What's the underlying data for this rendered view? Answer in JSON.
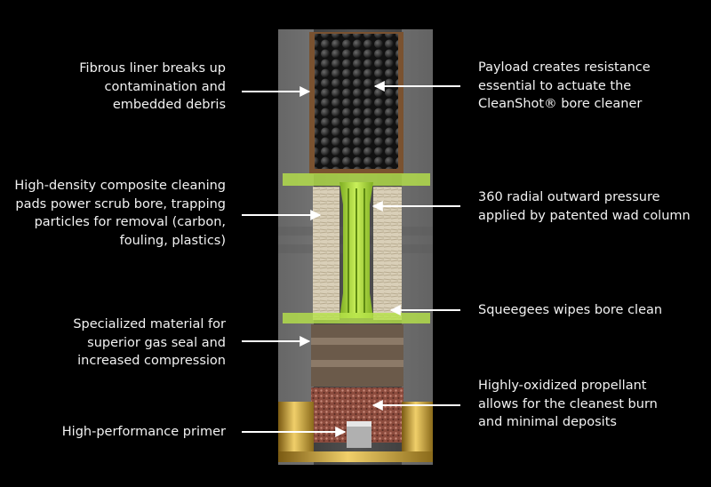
{
  "callouts_left": [
    {
      "id": "fibrous-liner",
      "text": "Fibrous liner breaks up\ncontamination and\nembedded debris"
    },
    {
      "id": "composite-pads",
      "text": "High-density composite cleaning\npads power scrub bore, trapping\nparticles for removal (carbon,\nfouling, plastics)"
    },
    {
      "id": "gas-seal",
      "text": "Specialized material for\nsuperior gas seal and\nincreased compression"
    },
    {
      "id": "primer",
      "text": "High-performance primer"
    }
  ],
  "callouts_right": [
    {
      "id": "payload",
      "text": "Payload creates resistance\nessential to actuate the\nCleanShot® bore cleaner"
    },
    {
      "id": "radial-pressure",
      "text": "360 radial outward pressure\napplied by patented wad column"
    },
    {
      "id": "squeegees",
      "text": "Squeegees wipes bore clean"
    },
    {
      "id": "propellant",
      "text": "Highly-oxidized propellant\nallows for the cleanest burn\nand minimal deposits"
    }
  ],
  "colors": {
    "background": "#000000",
    "text": "#f2f2f2",
    "arrow": "#ffffff",
    "wad_green": "#b6e34a",
    "shot": "#2a2a2a",
    "brass": "#c9a23a",
    "propellant": "#9b5a4a"
  }
}
